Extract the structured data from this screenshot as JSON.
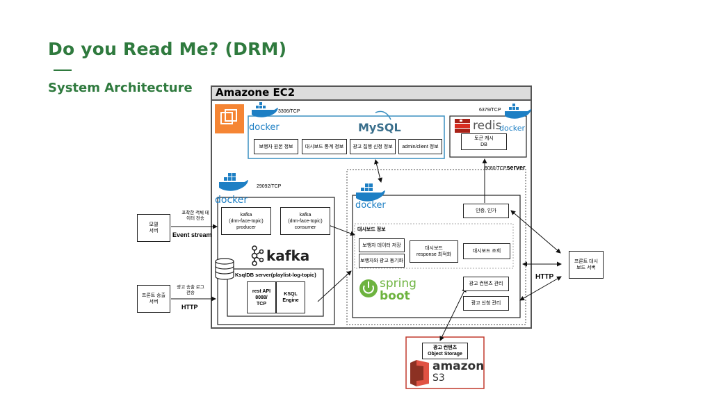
{
  "slide": {
    "title": "Do you Read Me? (DRM)",
    "subtitle": "System Architecture"
  },
  "ec2": {
    "label": "Amazone EC2"
  },
  "mysql_group": {
    "port": "3306/TCP",
    "docker_label": "docker",
    "db_label": "MySQL",
    "tables": [
      "보행자 원본 정보",
      "대시보드 통계 정보",
      "광고 집행 신청 정보",
      "admin/client 정보"
    ]
  },
  "redis_group": {
    "port": "6379/TCP",
    "logo_label": "redis",
    "docker_label": "docker",
    "cache_line1": "토큰 캐시",
    "cache_line2": "DB"
  },
  "kafka_group": {
    "port": "29092/TCP",
    "docker_label": "docker",
    "producer": [
      "kafka",
      "(drm-face-topic)",
      "producer"
    ],
    "consumer": [
      "kafka",
      "(drm-face-topic)",
      "consumer"
    ],
    "logo_label": "kafka",
    "ksqldb_label": "KsqlDB server(playlist-log-topic)",
    "rest_api": [
      "rest API",
      "8088/",
      "TCP"
    ],
    "ksql_engine": [
      "KSQL",
      "Engine"
    ]
  },
  "spring_group": {
    "server_port": "8080/TCP",
    "server_label": "server",
    "docker_label": "docker",
    "auth": "인증, 인가",
    "dashboard_info": "대시보드 정보",
    "save_pedestrian": "보행자 데이터 저장",
    "sync_pedestrian_ads": "보행자와 광고 동기화",
    "optimize_line1": "대시보드",
    "optimize_line2": "response 최적화",
    "dashboard_view": "대시보드 조회",
    "logo_line1": "spring",
    "logo_line2": "boot",
    "ad_content": "광고 컨텐츠 관리",
    "ad_request": "광고 신청 관리"
  },
  "model_server": {
    "line1": "모델",
    "line2": "서버",
    "annotation_line1": "포착한 객체 데",
    "annotation_line2": "이터 전송",
    "stream_label": "Event stream"
  },
  "front_send_server": {
    "line1": "프론트 송출",
    "line2": "서버",
    "annotation_line1": "광고 송출 로그",
    "annotation_line2": "전송",
    "protocol": "HTTP"
  },
  "front_dashboard_server": {
    "line1": "프론트 대시",
    "line2": "보드 서버",
    "protocol": "HTTP"
  },
  "s3": {
    "storage_line1": "광고 컨텐츠",
    "storage_line2": "Object Storage",
    "logo_line1": "amazon",
    "logo_line2": "S3"
  },
  "colors": {
    "title_green": "#2f7a3e",
    "docker_blue": "#1d7fc4",
    "mysql_border": "#3a8fc0",
    "redis_red": "#d82c20",
    "spring_green": "#6db33f",
    "aws_orange": "#f58534",
    "s3_red": "#c0392b"
  }
}
